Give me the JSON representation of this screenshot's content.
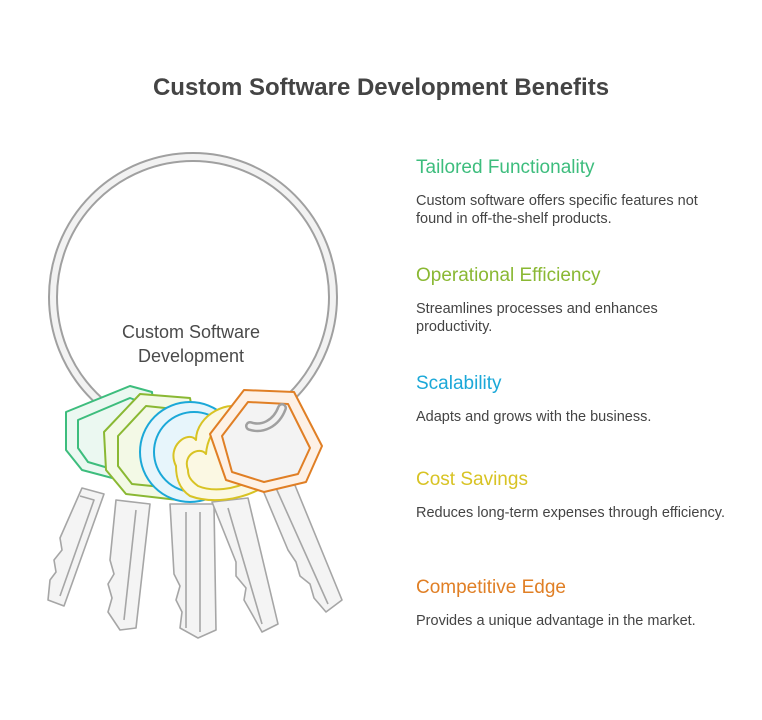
{
  "title": "Custom Software Development Benefits",
  "center_label": "Custom Software Development",
  "benefits": [
    {
      "title": "Tailored Functionality",
      "description": "Custom software offers specific features not found in off-the-shelf products.",
      "color": "#3dbd7d"
    },
    {
      "title": "Operational Efficiency",
      "description": "Streamlines processes and enhances productivity.",
      "color": "#8ab833"
    },
    {
      "title": "Scalability",
      "description": "Adapts and grows with the business.",
      "color": "#1ba8d8"
    },
    {
      "title": "Cost Savings",
      "description": "Reduces long-term expenses through efficiency.",
      "color": "#d8c324"
    },
    {
      "title": "Competitive Edge",
      "description": "Provides a unique advantage in the market.",
      "color": "#e07f25"
    }
  ]
}
